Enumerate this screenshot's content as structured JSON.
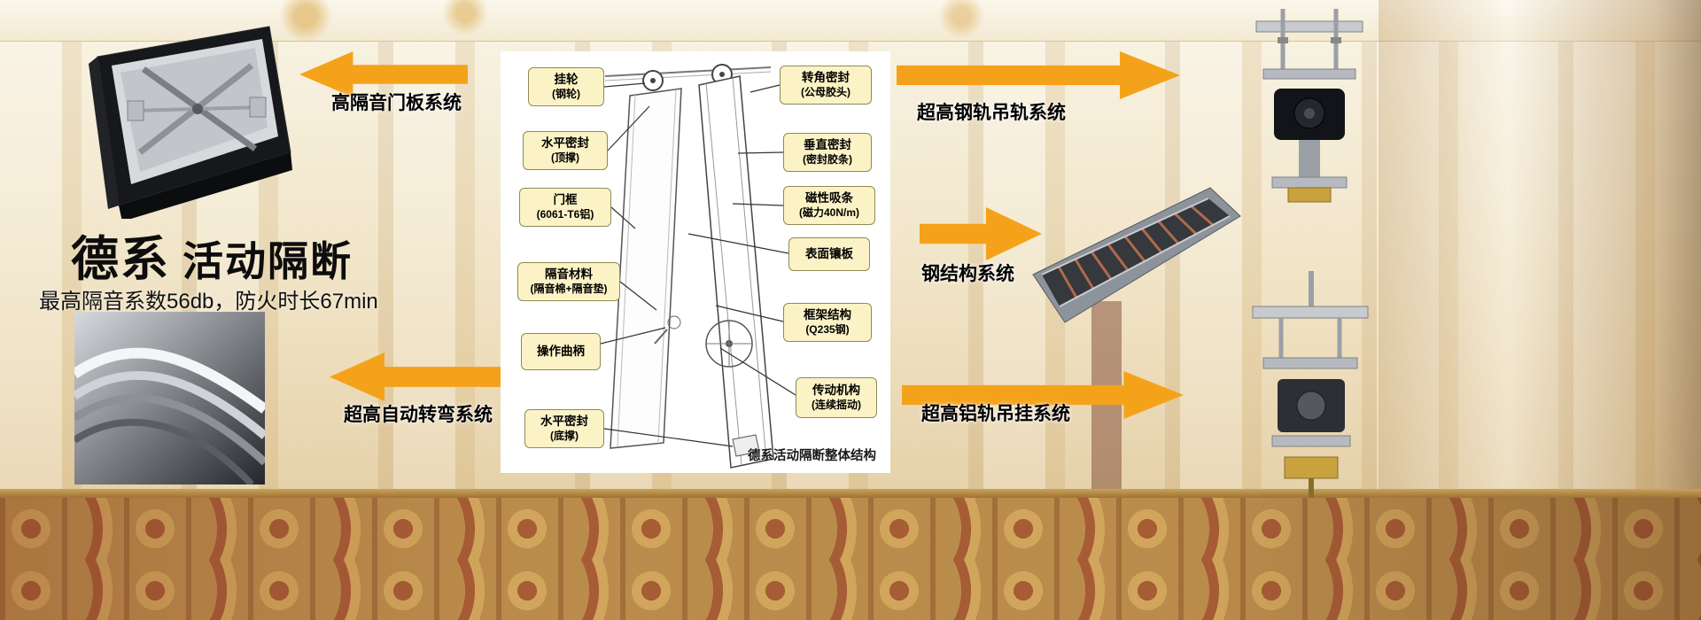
{
  "colors": {
    "accent-orange": "#F5A21B",
    "callout-bg": "#FBF3C6",
    "callout-border": "#8F8A55"
  },
  "title": {
    "brand": "德系",
    "product": "活动隔断",
    "subtitle": "最高隔音系数56db，防火时长67min"
  },
  "arrows": [
    {
      "label": "高隔音门板系统",
      "direction": "left"
    },
    {
      "label": "超高自动转弯系统",
      "direction": "left"
    },
    {
      "label": "超高钢轨吊轨系统",
      "direction": "right"
    },
    {
      "label": "钢结构系统",
      "direction": "right"
    },
    {
      "label": "超高铝轨吊挂系统",
      "direction": "right"
    }
  ],
  "diagram": {
    "caption": "德系活动隔断整体结构",
    "left_callouts": [
      {
        "line1": "挂轮",
        "line2": "(钢轮)"
      },
      {
        "line1": "水平密封",
        "line2": "(顶撑)"
      },
      {
        "line1": "门框",
        "line2": "(6061-T6铝)"
      },
      {
        "line1": "隔音材料",
        "line2": "(隔音棉+隔音垫)"
      },
      {
        "line1": "操作曲柄"
      },
      {
        "line1": "水平密封",
        "line2": "(底撑)"
      }
    ],
    "right_callouts": [
      {
        "line1": "转角密封",
        "line2": "(公母胶头)"
      },
      {
        "line1": "垂直密封",
        "line2": "(密封胶条)"
      },
      {
        "line1": "磁性吸条",
        "line2": "(磁力40N/m)"
      },
      {
        "line1": "表面镶板"
      },
      {
        "line1": "框架结构",
        "line2": "(Q235钢)"
      },
      {
        "line1": "传动机构",
        "line2": "(连续摇动)"
      }
    ]
  }
}
